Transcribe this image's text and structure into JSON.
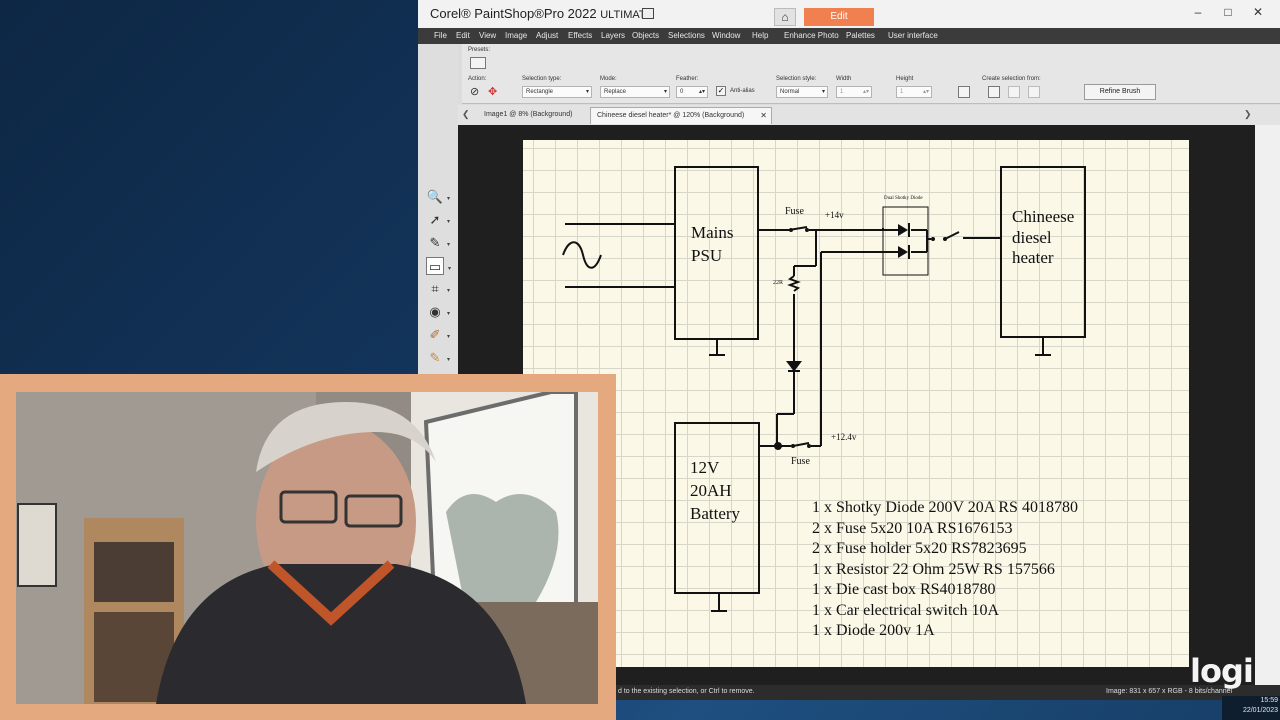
{
  "app": {
    "title_brand": "Corel® PaintShop®Pro 2022",
    "title_edition": "ULTIMATE",
    "edit_tab": "Edit",
    "home_icon": "home-icon",
    "window_controls": [
      "–",
      "□",
      "✕"
    ]
  },
  "menu": [
    "File",
    "Edit",
    "View",
    "Image",
    "Adjust",
    "Effects",
    "Layers",
    "Objects",
    "Selections",
    "Window",
    "Help",
    "Enhance Photo",
    "Palettes",
    "User interface"
  ],
  "tool_options": {
    "presets_label": "Presets:",
    "action_label": "Action:",
    "selection_type_label": "Selection type:",
    "selection_type_value": "Rectangle",
    "mode_label": "Mode:",
    "mode_value": "Replace",
    "feather_label": "Feather:",
    "feather_value": "0",
    "antialias_label": "Anti-alias",
    "selection_style_label": "Selection style:",
    "selection_style_value": "Normal",
    "width_label": "Width",
    "width_value": "1",
    "height_label": "Height",
    "height_value": "1",
    "create_from_label": "Create selection from:",
    "refine_brush_label": "Refine Brush"
  },
  "tabs": [
    {
      "label": "Image1 @   8% (Background)"
    },
    {
      "label": "Chineese diesel heater* @ 120% (Background)"
    }
  ],
  "tools": [
    "zoom-icon",
    "pick-arrow-icon",
    "dropper-icon",
    "selection-rect-icon",
    "crop-icon",
    "redeye-icon",
    "paintbrush-icon",
    "eraser-icon"
  ],
  "status": {
    "left": "d to the existing selection, or Ctrl to remove.",
    "right": "Image:  831 x 657 x RGB - 8 bits/channel"
  },
  "schematic": {
    "psu_label_1": "Mains",
    "psu_label_2": "PSU",
    "heater_label_1": "Chineese",
    "heater_label_2": "diesel",
    "heater_label_3": "heater",
    "battery_label_1": "12V",
    "battery_label_2": "20AH",
    "battery_label_3": "Battery",
    "fuse_top": "Fuse",
    "fuse_bottom": "Fuse",
    "v14": "+14v",
    "v124": "+12.4v",
    "resistor_label": "22R",
    "diode_label": "Dual Shotky Diode"
  },
  "bom": [
    "1 x Shotky Diode 200V 20A  RS 4018780",
    "2 x Fuse 5x20 10A RS1676153",
    "2 x Fuse holder 5x20 RS7823695",
    "1 x Resistor 22 Ohm 25W RS 157566",
    "1 x Die cast box RS4018780",
    "1 x Car electrical switch 10A",
    "1 x Diode 200v 1A"
  ],
  "tray": {
    "time": "15:59",
    "date": "22/01/2023"
  },
  "webcam": {
    "brand": "logi"
  }
}
